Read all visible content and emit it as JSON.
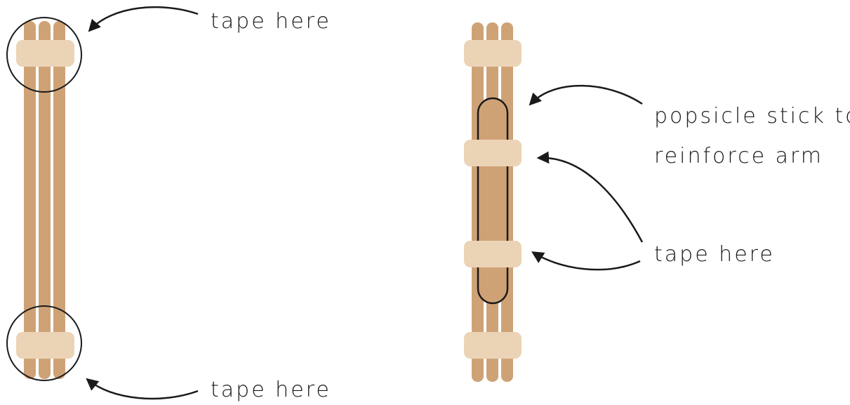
{
  "colors": {
    "stick": "#cfa276",
    "tape": "#ebd3b6",
    "ink": "#1a1a1a",
    "background": "#ffffff"
  },
  "left_assembly": {
    "top_label": "tape here",
    "bottom_label": "tape here"
  },
  "right_assembly": {
    "reinforce_label_line1": "popsicle stick to",
    "reinforce_label_line2": "reinforce arm",
    "tape_label": "tape here"
  }
}
